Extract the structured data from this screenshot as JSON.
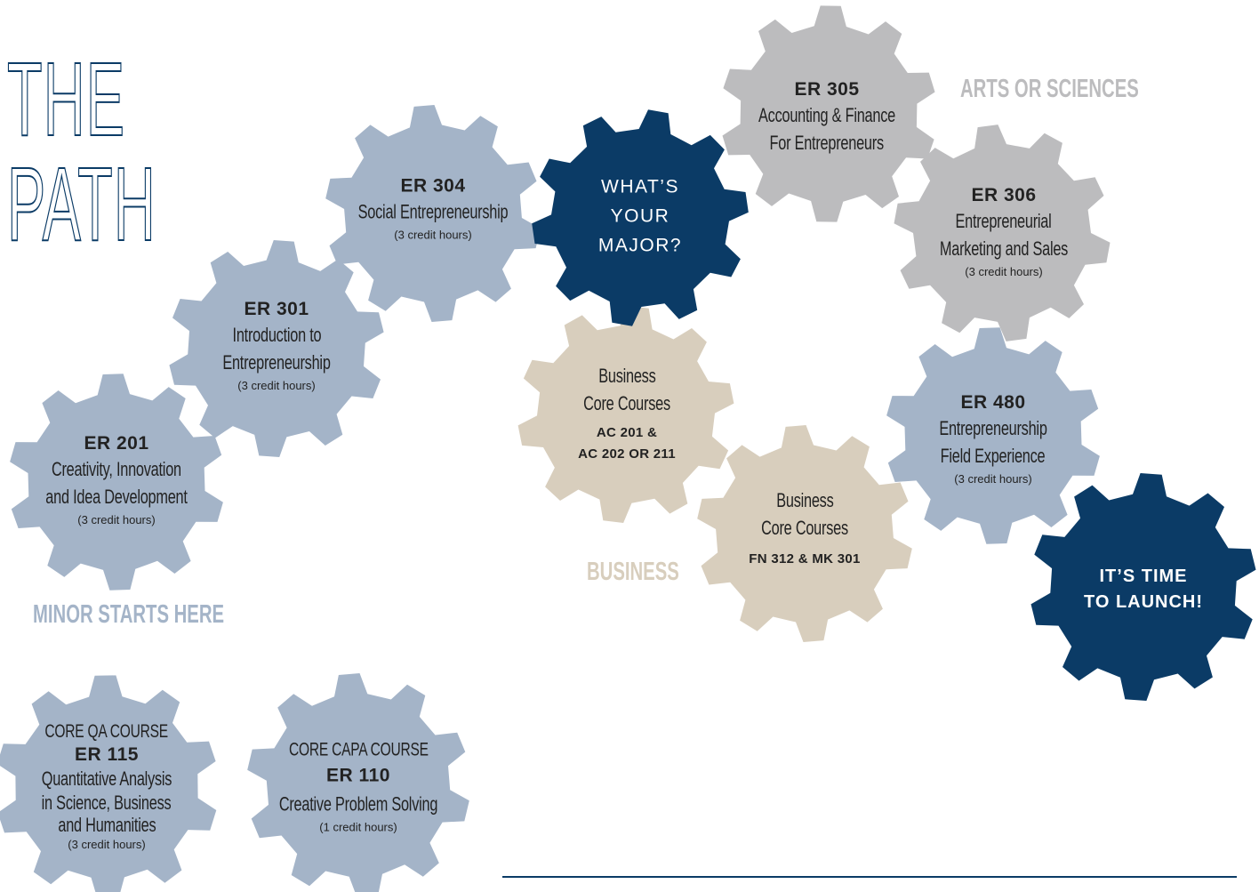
{
  "title": {
    "line1": "THE",
    "line2": "PATH"
  },
  "colors": {
    "blue_gray": "#a4b4c8",
    "navy": "#0b3b66",
    "light_gray": "#bcbcbe",
    "beige": "#d8cebd"
  },
  "labels": {
    "minor": "MINOR STARTS HERE",
    "business": "BUSINESS",
    "arts": "ARTS OR SCIENCES"
  },
  "gears": {
    "er115": {
      "pre": "CORE QA COURSE",
      "code": "ER 115",
      "name1": "Quantitative Analysis",
      "name2": "in Science, Business",
      "name3": "and Humanities",
      "credits": "(3 credit hours)"
    },
    "er110": {
      "pre": "CORE CAPA COURSE",
      "code": "ER 110",
      "name1": "Creative Problem Solving",
      "credits": "(1 credit hours)"
    },
    "er201": {
      "code": "ER 201",
      "name1": "Creativity, Innovation",
      "name2": "and Idea Development",
      "credits": "(3 credit hours)"
    },
    "er301": {
      "code": "ER 301",
      "name1": "Introduction to",
      "name2": "Entrepreneurship",
      "credits": "(3 credit hours)"
    },
    "er304": {
      "code": "ER 304",
      "name1": "Social Entrepreneurship",
      "credits": "(3 credit hours)"
    },
    "major": {
      "line1": "WHAT’S",
      "line2": "YOUR",
      "line3": "MAJOR?"
    },
    "er305": {
      "code": "ER 305",
      "name1": "Accounting & Finance",
      "name2": "For Entrepreneurs"
    },
    "er306": {
      "code": "ER 306",
      "name1": "Entrepreneurial",
      "name2": "Marketing and Sales",
      "credits": "(3 credit hours)"
    },
    "biz1": {
      "name1": "Business",
      "name2": "Core Courses",
      "bold1": "AC 201 &",
      "bold2": "AC 202 OR 211"
    },
    "biz2": {
      "name1": "Business",
      "name2": "Core Courses",
      "bold1": "FN 312 & MK 301"
    },
    "er480": {
      "code": "ER 480",
      "name1": "Entrepreneurship",
      "name2": "Field Experience",
      "credits": "(3 credit hours)"
    },
    "launch": {
      "line1": "IT’S TIME",
      "line2": "TO LAUNCH!"
    }
  }
}
